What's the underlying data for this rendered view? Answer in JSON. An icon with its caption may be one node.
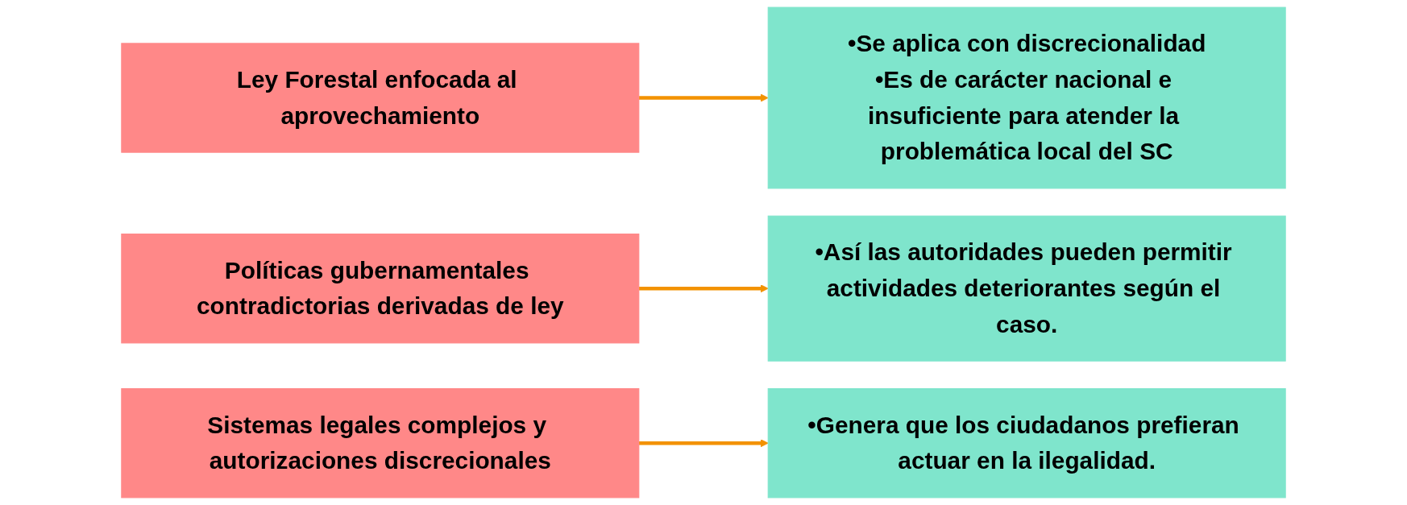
{
  "diagram": {
    "nodes": [
      {
        "text": [
          "Ley Forestal enfocada al aprovechamiento"
        ]
      },
      {
        "text": [
          "•Se aplica con discrecionalidad",
          "•Es de carácter nacional e insuficiente para atender la problemática local del SC"
        ]
      },
      {
        "text": [
          "Políticas gubernamentales contradictorias derivadas de ley"
        ]
      },
      {
        "text": [
          "•Así las autoridades pueden permitir actividades deteriorantes según el caso."
        ]
      },
      {
        "text": [
          "Sistemas legales complejos y autorizaciones discrecionales"
        ]
      },
      {
        "text": [
          "•Genera que los ciudadanos prefieran actuar en la ilegalidad."
        ]
      }
    ],
    "edges": [
      {
        "from": 0,
        "to": 1,
        "arrow": "to"
      },
      {
        "from": 2,
        "to": 3,
        "arrow": "to"
      },
      {
        "from": 4,
        "to": 5,
        "arrow": "to"
      }
    ]
  }
}
